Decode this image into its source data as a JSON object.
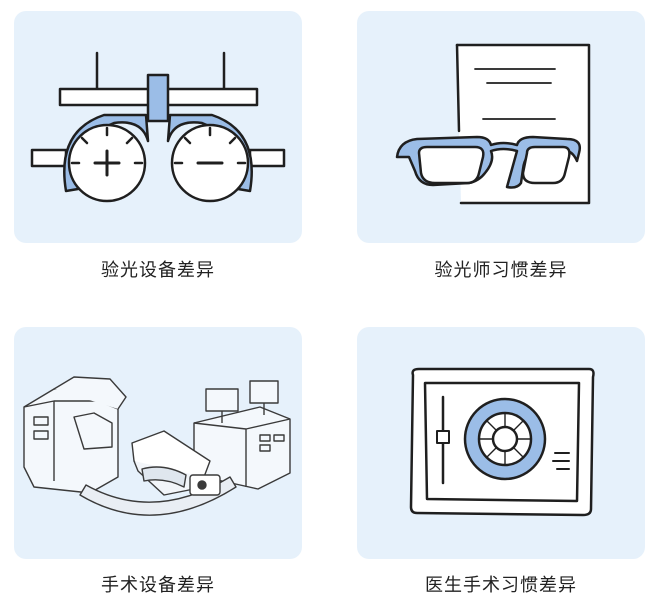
{
  "items": [
    {
      "caption": "验光设备差异",
      "icon": "phoropter-icon"
    },
    {
      "caption": "验光师习惯差异",
      "icon": "glasses-prescription-icon"
    },
    {
      "caption": "手术设备差异",
      "icon": "surgical-laser-equipment-icon"
    },
    {
      "caption": "医生手术习惯差异",
      "icon": "eye-monitor-icon"
    }
  ],
  "colors": {
    "card_background": "#e6f1fb",
    "accent_blue": "#9bbde7",
    "stroke": "#1f1f1f",
    "caption_text": "#222222"
  }
}
